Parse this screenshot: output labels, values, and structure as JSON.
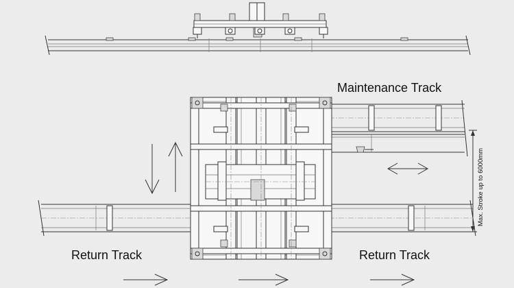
{
  "labels": {
    "maintenance_track": "Maintenance Track",
    "return_track_left": "Return Track",
    "return_track_right": "Return Track",
    "stroke_note": "Max. Stroke up to 6000mm"
  },
  "colors": {
    "background": "#ececec",
    "line": "#333333",
    "text": "#111111"
  },
  "icons": [
    "double-vertical-arrow-icon",
    "double-horizontal-arrow-icon",
    "right-arrow-icon"
  ]
}
